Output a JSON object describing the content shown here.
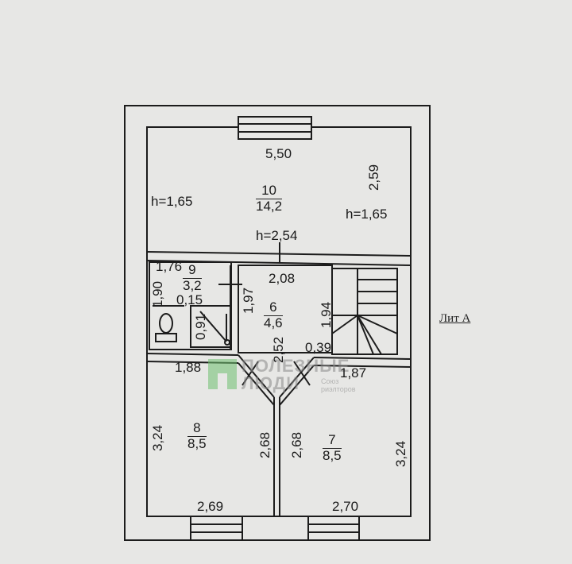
{
  "rooms": [
    {
      "number": "10",
      "area": "14,2"
    },
    {
      "number": "9",
      "area": "3,2"
    },
    {
      "number": "6",
      "area": "4,6"
    },
    {
      "number": "8",
      "area": "8,5"
    },
    {
      "number": "7",
      "area": "8,5"
    }
  ],
  "dimensions": {
    "top_width": "5,50",
    "right_top": "2,59",
    "h_left": "h=1,65",
    "h_right": "h=1,65",
    "h_center": "h=2,54",
    "r9_width": "1,76",
    "r9_height": "1,90",
    "r9_gap": "0,15",
    "shower": "0,91",
    "r6_left": "1,97",
    "r6_width": "2,08",
    "r6_right": "1,94",
    "diag": "2,52",
    "stair_gap": "0,39",
    "r8_width": "1,88",
    "r7_width": "1,87",
    "r8_left": "3,24",
    "r8_right": "2,68",
    "r7_left": "2,68",
    "r7_right": "3,24",
    "bottom_left": "2,69",
    "bottom_right": "2,70"
  },
  "building_label": "Лит А",
  "watermark": {
    "line1": "ПОЛЕЗНЫЕ",
    "line2": "ЛЮДИ",
    "sub1": "Союз",
    "sub2": "риэлторов"
  }
}
